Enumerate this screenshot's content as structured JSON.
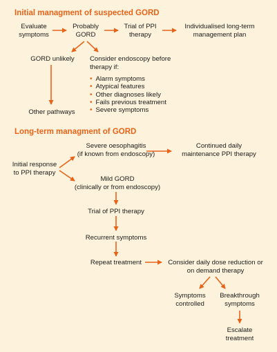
{
  "section1": {
    "title": "Initial managment of suspected GORD",
    "evaluate": [
      "Evaluate",
      "symptoms"
    ],
    "probably": [
      "Probably",
      "GORD"
    ],
    "trial": [
      "Trial of PPI",
      "therapy"
    ],
    "individualised": [
      "Individualised long-term",
      "management plan"
    ],
    "unlikely": "GORD unlikely",
    "consider": [
      "Consider endoscopy before",
      "therapy if:"
    ],
    "bullets": [
      "Alarm symptoms",
      "Atypical features",
      "Other diagnoses likely",
      "Fails previous treatment",
      "Severe symptoms"
    ],
    "other": "Other pathways"
  },
  "section2": {
    "title": "Long-term managment of GORD",
    "severe": [
      "Severe oesophagitis",
      "(if known from endoscopy)"
    ],
    "continued": [
      "Continued daily",
      "maintenance PPI therapy"
    ],
    "initial": [
      "Initial response",
      "to PPI therapy"
    ],
    "mild": [
      "Mild GORD",
      "(clinically or from endoscopy)"
    ],
    "trial": "Trial of PPI therapy",
    "recurrent": "Recurrent symptoms",
    "repeat": "Repeat treatment",
    "reduction": [
      "Consider daily dose reduction or",
      "on demand therapy"
    ],
    "controlled": [
      "Symptoms",
      "controlled"
    ],
    "breakthrough": [
      "Breakthrough",
      "symptoms"
    ],
    "escalate": [
      "Escalate",
      "treatment"
    ]
  },
  "colors": {
    "accent": "#e8631a",
    "background": "#fdf3dc"
  }
}
